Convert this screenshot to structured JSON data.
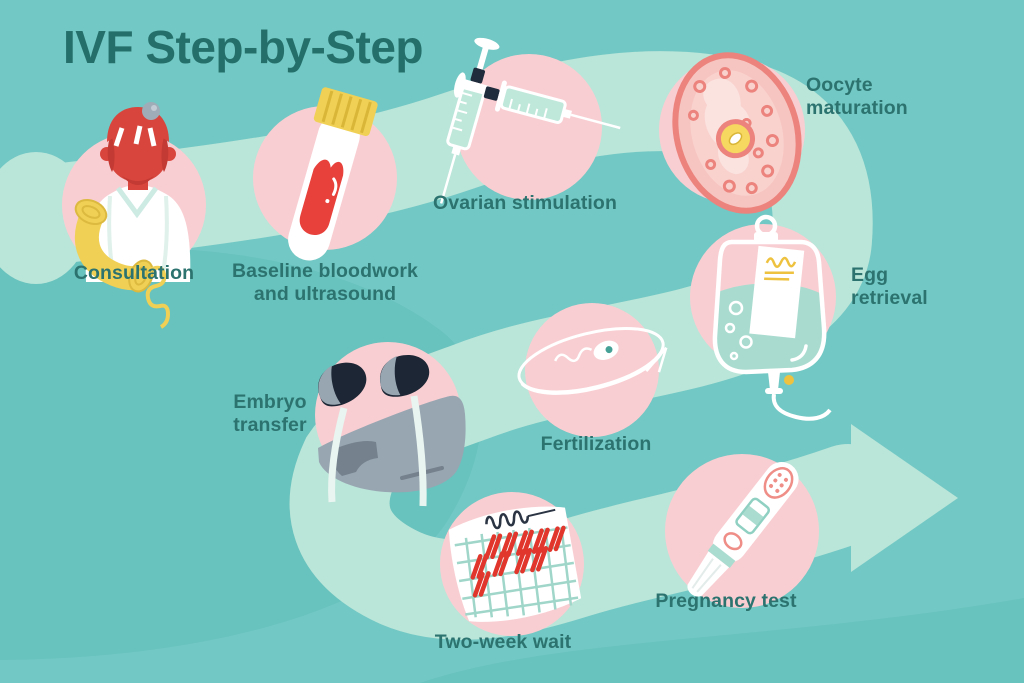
{
  "title": "IVF Step-by-Step",
  "colors": {
    "background": "#72c8c4",
    "background_wave_dark": "#68c2bd",
    "flow_arrow": "#bae5d9",
    "step_circle": "#f9ced2",
    "title_text": "#256f6b",
    "label_text": "#2c7370",
    "blood_red": "#e8403a",
    "accent_red": "#d8453c",
    "accent_yellow": "#f0d055",
    "accent_coral": "#ec837d",
    "accent_mint": "#a9dccf",
    "equipment_gray": "#98a6b2",
    "dark_navy": "#1c2634"
  },
  "flow": {
    "shape": "winding-arrow",
    "direction": "left-to-right, S-curve ending in right-pointing arrowhead"
  },
  "steps": [
    {
      "id": "consultation",
      "label": "Consultation",
      "icon": "doctor-phone-icon"
    },
    {
      "id": "baseline-bloodwork",
      "label": "Baseline bloodwork\nand ultrasound",
      "icon": "blood-test-tube-icon"
    },
    {
      "id": "ovarian-stimulation",
      "label": "Ovarian stimulation",
      "icon": "syringes-icon"
    },
    {
      "id": "oocyte-maturation",
      "label": "Oocyte\nmaturation",
      "icon": "oocyte-cell-icon"
    },
    {
      "id": "egg-retrieval",
      "label": "Egg\nretrieval",
      "icon": "iv-bag-icon"
    },
    {
      "id": "fertilization",
      "label": "Fertilization",
      "icon": "petri-dish-icon"
    },
    {
      "id": "embryo-transfer",
      "label": "Embryo\ntransfer",
      "icon": "exam-stirrups-icon"
    },
    {
      "id": "two-week-wait",
      "label": "Two-week wait",
      "icon": "calendar-icon"
    },
    {
      "id": "pregnancy-test",
      "label": "Pregnancy test",
      "icon": "pregnancy-test-icon"
    }
  ]
}
